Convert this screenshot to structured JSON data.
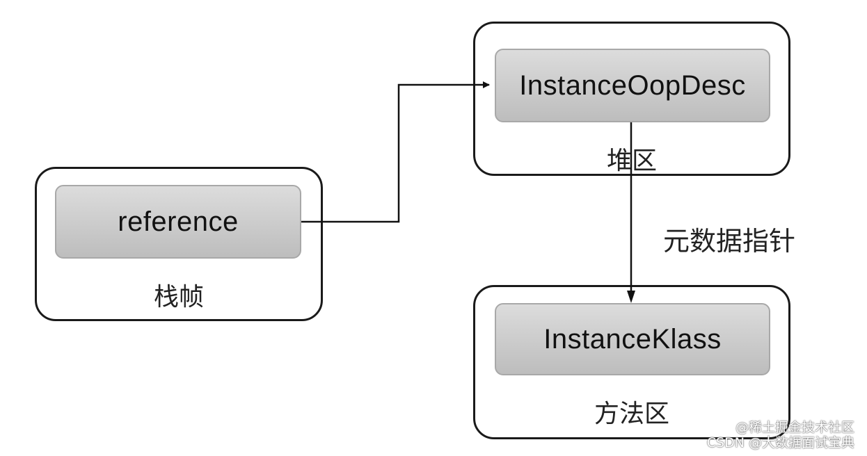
{
  "diagram": {
    "stack_frame": {
      "label": "栈帧",
      "node": "reference"
    },
    "heap": {
      "label": "堆区",
      "node": "InstanceOopDesc"
    },
    "method_area": {
      "label": "方法区",
      "node": "InstanceKlass"
    },
    "edges": {
      "metadata_pointer": "元数据指针"
    }
  },
  "watermark": {
    "line1": "@稀土掘金技术社区",
    "line2": "CSDN @大数据面试宝典"
  }
}
